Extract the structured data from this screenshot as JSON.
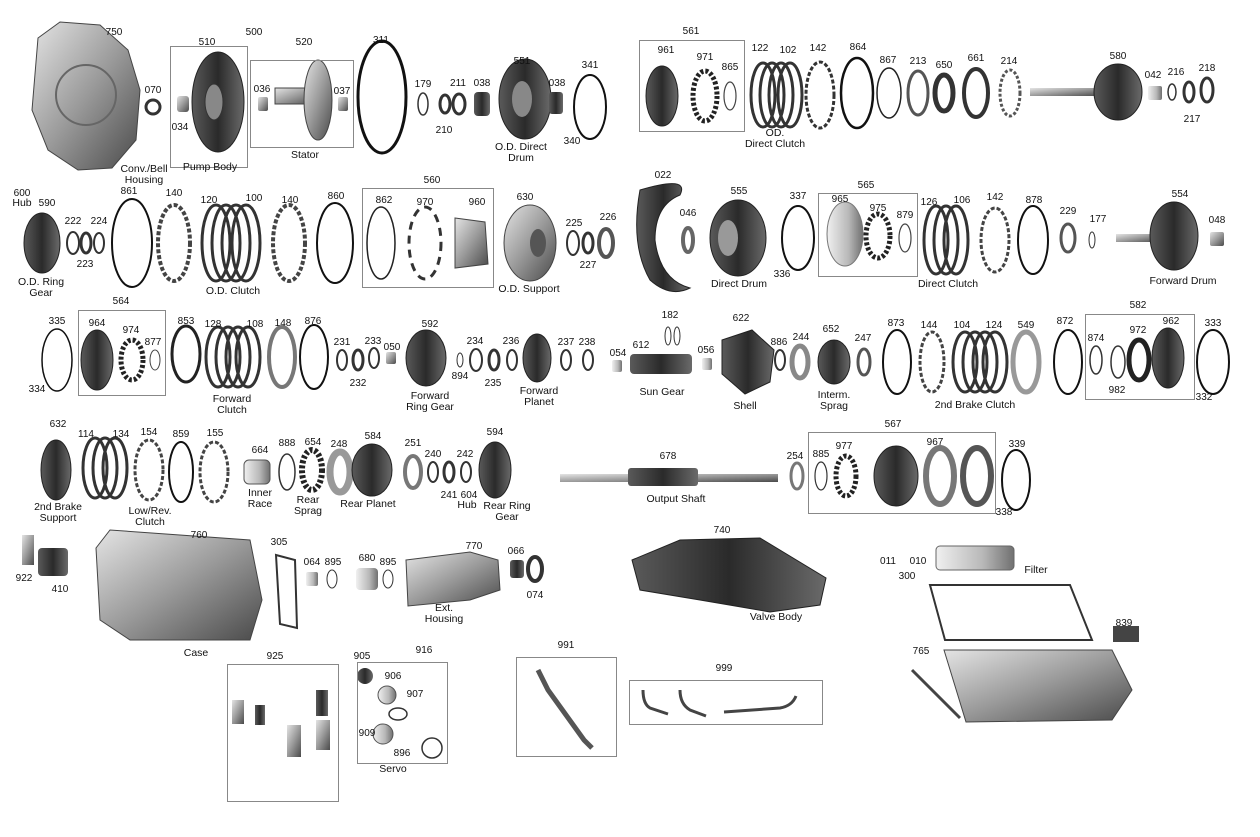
{
  "group_labels": {
    "g500": "500",
    "g561": "561",
    "g560": "560",
    "g565": "565",
    "g564": "564",
    "g582": "582",
    "g567": "567"
  },
  "numbers": {
    "n750": "750",
    "n070": "070",
    "n510": "510",
    "n520": "520",
    "n034": "034",
    "n036": "036",
    "n037": "037",
    "n311": "311",
    "n179": "179",
    "n211": "211",
    "n038a": "038",
    "n210": "210",
    "n551": "551",
    "n038b": "038",
    "n341": "341",
    "n340": "340",
    "n961": "961",
    "n971": "971",
    "n865": "865",
    "n122": "122",
    "n102": "102",
    "n142a": "142",
    "n864": "864",
    "n867": "867",
    "n213": "213",
    "n650": "650",
    "n661": "661",
    "n214": "214",
    "n580": "580",
    "n042": "042",
    "n216": "216",
    "n218": "218",
    "n217": "217",
    "n600": "600",
    "n590": "590",
    "n861": "861",
    "n140a": "140",
    "n120": "120",
    "n100": "100",
    "n140b": "140",
    "n860": "860",
    "n862": "862",
    "n970": "970",
    "n960": "960",
    "n630": "630",
    "n225": "225",
    "n226": "226",
    "n227": "227",
    "n222": "222",
    "n224": "224",
    "n223": "223",
    "n022": "022",
    "n046": "046",
    "n555": "555",
    "n337": "337",
    "n336": "336",
    "n965": "965",
    "n975": "975",
    "n879": "879",
    "n126": "126",
    "n106": "106",
    "n142b": "142",
    "n878": "878",
    "n229": "229",
    "n177": "177",
    "n554": "554",
    "n048": "048",
    "n335": "335",
    "n334": "334",
    "n964": "964",
    "n974": "974",
    "n877": "877",
    "n853": "853",
    "n128": "128",
    "n108": "108",
    "n148": "148",
    "n876": "876",
    "n231": "231",
    "n233": "233",
    "n232": "232",
    "n050": "050",
    "n592": "592",
    "n894": "894",
    "n234": "234",
    "n236": "236",
    "n235": "235",
    "n237": "237",
    "n238": "238",
    "n182": "182",
    "n612": "612",
    "n054": "054",
    "n056": "056",
    "n622": "622",
    "n886": "886",
    "n244": "244",
    "n652": "652",
    "n247": "247",
    "n873": "873",
    "n144": "144",
    "n104": "104",
    "n124": "124",
    "n549": "549",
    "n872": "872",
    "n874": "874",
    "n972": "972",
    "n962": "962",
    "n982": "982",
    "n333": "333",
    "n332": "332",
    "n632": "632",
    "n114": "114",
    "n134": "134",
    "n154": "154",
    "n859": "859",
    "n155": "155",
    "n664": "664",
    "n888": "888",
    "n654": "654",
    "n248": "248",
    "n584": "584",
    "n251": "251",
    "n240": "240",
    "n242": "242",
    "n241": "241",
    "n604": "604",
    "n594": "594",
    "n678": "678",
    "n254": "254",
    "n885": "885",
    "n977": "977",
    "n967": "967",
    "n339": "339",
    "n338": "338",
    "n922": "922",
    "n410": "410",
    "n760": "760",
    "n305": "305",
    "n064": "064",
    "n895a": "895",
    "n680": "680",
    "n895b": "895",
    "n770": "770",
    "n066": "066",
    "n074": "074",
    "n740": "740",
    "n011": "011",
    "n010": "010",
    "n300": "300",
    "n839": "839",
    "n765": "765",
    "n925": "925",
    "n905": "905",
    "n916": "916",
    "n906": "906",
    "n907": "907",
    "n909": "909",
    "n896": "896",
    "n991": "991",
    "n999": "999"
  },
  "captions": {
    "conv_bell": "Conv./Bell\nHousing",
    "pump_body": "Pump Body",
    "stator": "Stator",
    "od_direct_drum": "O.D. Direct\nDrum",
    "od_direct_clutch": "OD.\nDirect Clutch",
    "od_hub": "Hub",
    "od_ring_gear": "O.D. Ring\nGear",
    "od_clutch": "O.D. Clutch",
    "od_support": "O.D. Support",
    "direct_drum": "Direct Drum",
    "direct_clutch": "Direct Clutch",
    "forward_drum": "Forward Drum",
    "forward_clutch": "Forward\nClutch",
    "forward_ring_gear": "Forward\nRing Gear",
    "forward_planet": "Forward\nPlanet",
    "sun_gear": "Sun Gear",
    "shell": "Shell",
    "interm_sprag": "Interm.\nSprag",
    "second_brake_clutch": "2nd Brake Clutch",
    "second_brake_support": "2nd Brake\nSupport",
    "low_rev_clutch": "Low/Rev.\nClutch",
    "inner_race": "Inner\nRace",
    "rear_sprag": "Rear\nSprag",
    "rear_planet": "Rear Planet",
    "rear_hub": "Hub",
    "rear_ring_gear": "Rear Ring\nGear",
    "output_shaft": "Output Shaft",
    "case": "Case",
    "ext_housing": "Ext.\nHousing",
    "valve_body": "Valve Body",
    "filter": "Filter",
    "servo": "Servo"
  }
}
